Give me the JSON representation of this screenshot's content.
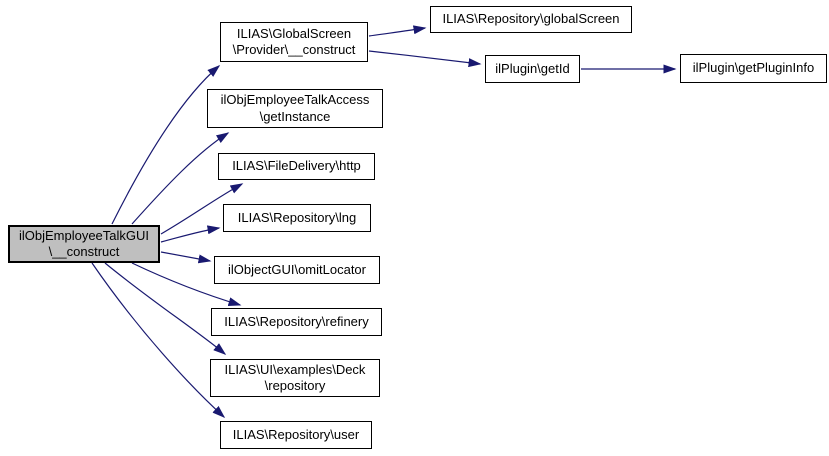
{
  "diagram": {
    "type": "call-graph",
    "background_color": "#ffffff",
    "edge_color": "#191970",
    "node_fill_color": "#ffffff",
    "node_border_color": "#000000",
    "focus_node_fill_color": "#bfbfbf",
    "nodes": {
      "main": {
        "label": "ilObjEmployeeTalkGUI\n\\__construct"
      },
      "provider_construct": {
        "label": "ILIAS\\GlobalScreen\n\\Provider\\__construct"
      },
      "access_get_instance": {
        "label": "ilObjEmployeeTalkAccess\n\\getInstance"
      },
      "http": {
        "label": "ILIAS\\FileDelivery\\http"
      },
      "lng": {
        "label": "ILIAS\\Repository\\lng"
      },
      "omit_locator": {
        "label": "ilObjectGUI\\omitLocator"
      },
      "refinery": {
        "label": "ILIAS\\Repository\\refinery"
      },
      "deck_repository": {
        "label": "ILIAS\\UI\\examples\\Deck\n\\repository"
      },
      "user": {
        "label": "ILIAS\\Repository\\user"
      },
      "global_screen": {
        "label": "ILIAS\\Repository\\globalScreen"
      },
      "get_id": {
        "label": "ilPlugin\\getId"
      },
      "get_plugin_info": {
        "label": "ilPlugin\\getPluginInfo"
      }
    },
    "edges": [
      {
        "from": "main",
        "to": "provider_construct"
      },
      {
        "from": "main",
        "to": "access_get_instance"
      },
      {
        "from": "main",
        "to": "http"
      },
      {
        "from": "main",
        "to": "lng"
      },
      {
        "from": "main",
        "to": "omit_locator"
      },
      {
        "from": "main",
        "to": "refinery"
      },
      {
        "from": "main",
        "to": "deck_repository"
      },
      {
        "from": "main",
        "to": "user"
      },
      {
        "from": "provider_construct",
        "to": "global_screen"
      },
      {
        "from": "provider_construct",
        "to": "get_id"
      },
      {
        "from": "get_id",
        "to": "get_plugin_info"
      }
    ]
  }
}
